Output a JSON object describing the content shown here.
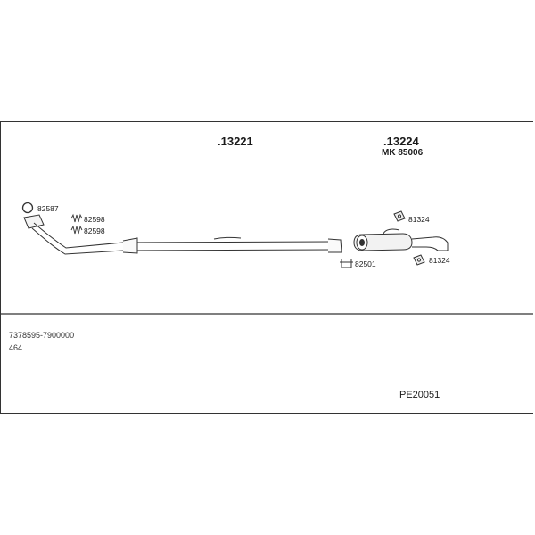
{
  "diagram": {
    "assemblies": [
      {
        "number": ".13221"
      },
      {
        "number": ".13224",
        "mk": "MK  85006"
      }
    ],
    "parts": {
      "ring": "82587",
      "spring_1": "82598",
      "spring_2": "82598",
      "clamp": "82501",
      "hanger_top": "81324",
      "hanger_bottom": "81324"
    },
    "info": {
      "range": "7378595-7900000",
      "code": "464"
    },
    "kit_code": "PE20051"
  }
}
